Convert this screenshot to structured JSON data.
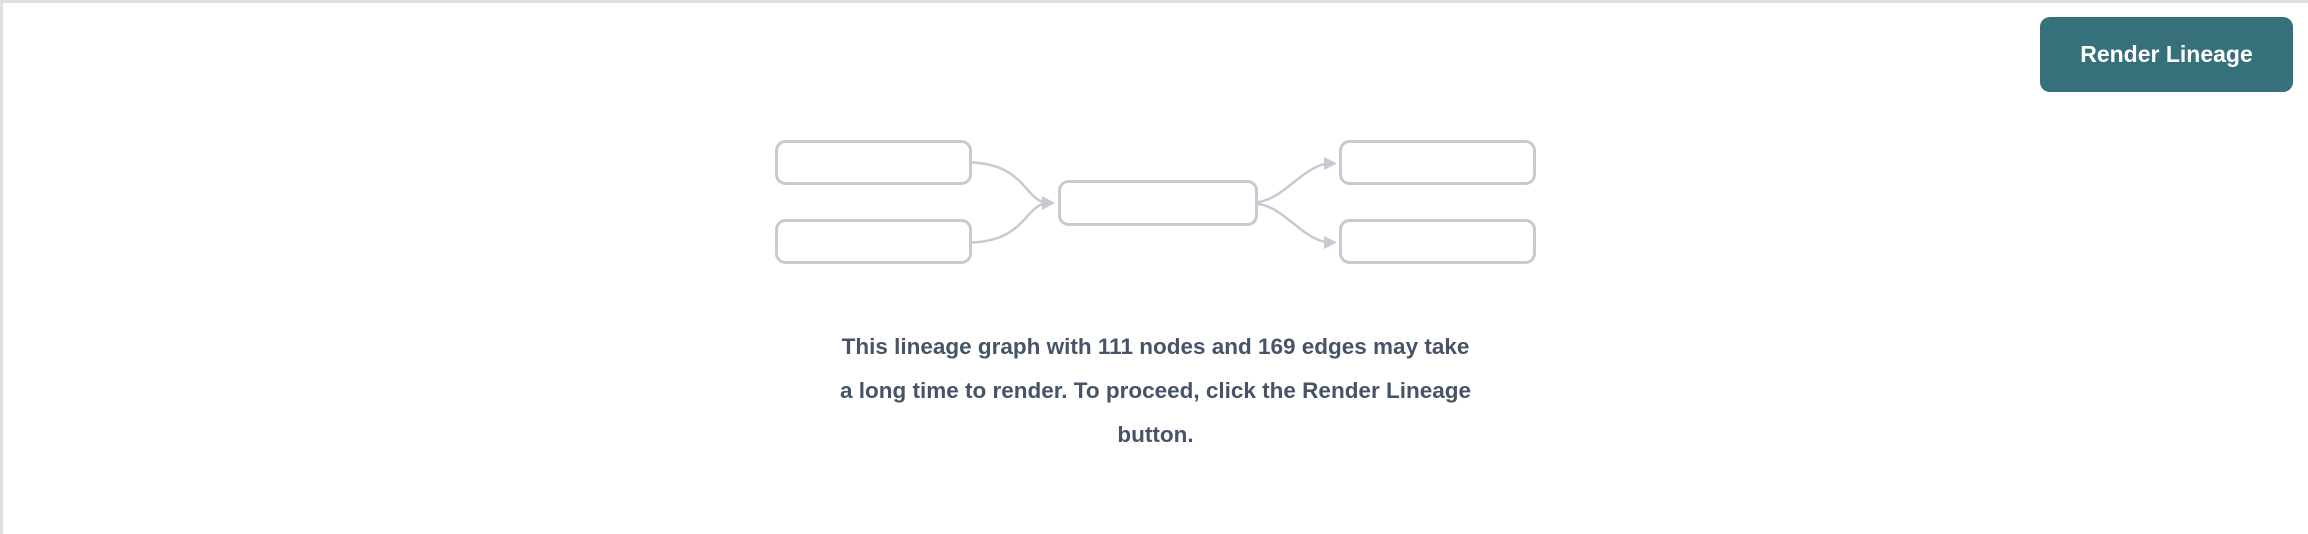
{
  "panel": {
    "name": "lineage-render-prompt"
  },
  "toolbar": {
    "render_button_label": "Render Lineage"
  },
  "message": {
    "text": "This lineage graph with 111 nodes and 169 edges may take\na long time to render. To proceed, click the Render Lineage\nbutton.",
    "nodes_count": "111",
    "edges_count": "169"
  },
  "graph_placeholder": {
    "icon": "lineage-graph-placeholder-icon",
    "node_count": 5,
    "edge_count": 4
  },
  "colors": {
    "button_bg": "#36707a",
    "button_text": "#ffffff",
    "message_text": "#475467",
    "node_border": "#c5cad3",
    "panel_border": "#dfe0e4"
  }
}
